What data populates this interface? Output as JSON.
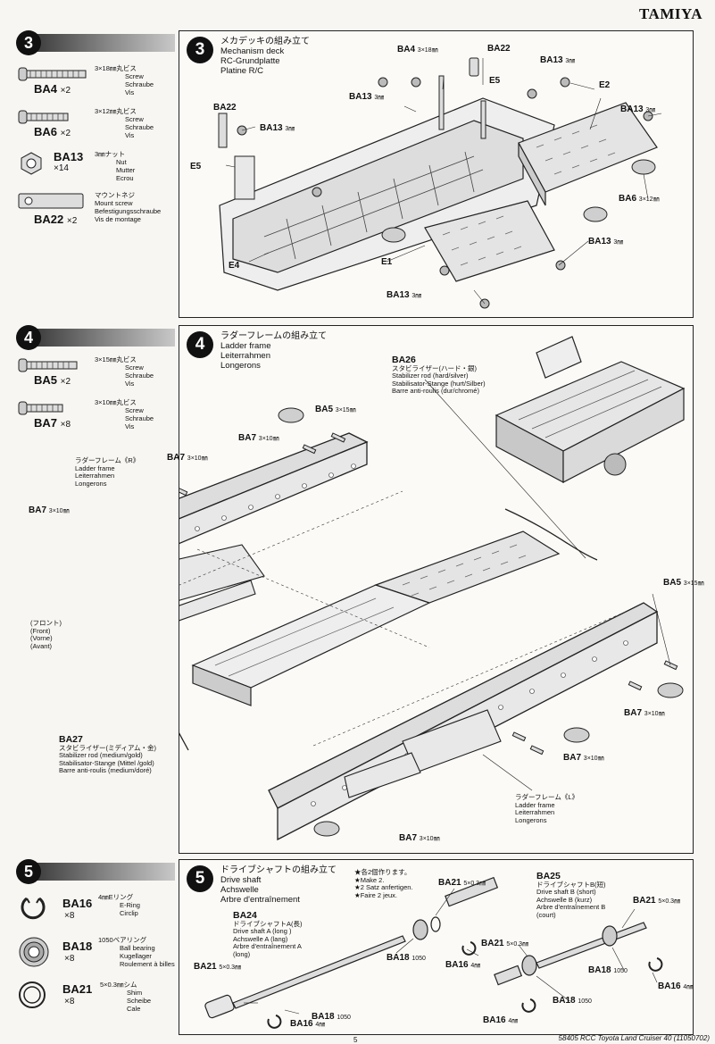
{
  "brand": "TAMIYA",
  "sidebar3": {
    "step": "3",
    "parts": [
      {
        "desc_jp": "3×18㎜丸ビス",
        "desc": [
          "Screw",
          "Schraube",
          "Vis"
        ],
        "code": "BA4",
        "qty": "×2"
      },
      {
        "desc_jp": "3×12㎜丸ビス",
        "desc": [
          "Screw",
          "Schraube",
          "Vis"
        ],
        "code": "BA6",
        "qty": "×2"
      },
      {
        "desc_jp": "3㎜ナット",
        "desc": [
          "Nut",
          "Mutter",
          "Ecrou"
        ],
        "code": "BA13",
        "qty": "×14"
      },
      {
        "desc_jp": "マウントネジ",
        "desc": [
          "Mount screw",
          "Befestigungsschraube",
          "Vis de montage"
        ],
        "code": "BA22",
        "qty": "×2"
      }
    ]
  },
  "sidebar4": {
    "step": "4",
    "parts": [
      {
        "desc_jp": "3×15㎜丸ビス",
        "desc": [
          "Screw",
          "Schraube",
          "Vis"
        ],
        "code": "BA5",
        "qty": "×2"
      },
      {
        "desc_jp": "3×10㎜丸ビス",
        "desc": [
          "Screw",
          "Schraube",
          "Vis"
        ],
        "code": "BA7",
        "qty": "×8"
      }
    ]
  },
  "sidebar5": {
    "step": "5",
    "parts": [
      {
        "desc_jp": "4㎜Eリング",
        "desc": [
          "E-Ring",
          "Circlip"
        ],
        "code": "BA16",
        "qty": "×8"
      },
      {
        "desc_jp": "1050ベアリング",
        "desc": [
          "Ball bearing",
          "Kugellager",
          "Roulement à billes"
        ],
        "code": "BA18",
        "qty": "×8"
      },
      {
        "desc_jp": "5×0.3㎜シム",
        "desc": [
          "Shim",
          "Scheibe",
          "Cale"
        ],
        "code": "BA21",
        "qty": "×8"
      }
    ]
  },
  "panel3": {
    "step": "3",
    "title_jp": "メカデッキの組み立て",
    "title": [
      "Mechanism deck",
      "RC-Grundplatte",
      "Platine R/C"
    ],
    "labels": {
      "ba4": "BA4",
      "ba4_size": "3×18㎜",
      "ba22a": "BA22",
      "ba22b": "BA22",
      "ba13": "BA13",
      "mm3": "3㎜",
      "e5": "E5",
      "e2": "E2",
      "e4": "E4",
      "e1": "E1",
      "ba6": "BA6",
      "ba6_size": "3×12㎜"
    }
  },
  "panel4": {
    "step": "4",
    "title_jp": "ラダーフレームの組み立て",
    "title": [
      "Ladder frame",
      "Leiterrahmen",
      "Longerons"
    ],
    "ba26": {
      "code": "BA26",
      "jp": "スタビライザー(ハード・銀)",
      "lines": [
        "Stabilizer rod (hard/silver)",
        "Stabilisator-Stange (hurt/Silber)",
        "Barre anti-roulis (dur/chromé)"
      ]
    },
    "ba27": {
      "code": "BA27",
      "jp": "スタビライザー(ミディアム・金)",
      "lines": [
        "Stabilizer rod (medium/gold)",
        "Stabilisator-Stange (Mittel /gold)",
        "Barre anti-roulis (medium/doré)"
      ]
    },
    "frame_r": {
      "jp": "ラダーフレーム《R》",
      "lines": [
        "Ladder frame",
        "Leiterrahmen",
        "Longerons"
      ]
    },
    "frame_l": {
      "jp": "ラダーフレーム《L》",
      "lines": [
        "Ladder frame",
        "Leiterrahmen",
        "Longerons"
      ]
    },
    "front": {
      "jp": "(フロント)",
      "lines": [
        "(Front)",
        "(Vorne)",
        "(Avant)"
      ]
    },
    "ba5": "BA5",
    "ba5_size": "3×15㎜",
    "ba7": "BA7",
    "ba7_size": "3×10㎜"
  },
  "panel5": {
    "step": "5",
    "title_jp": "ドライブシャフトの組み立て",
    "title": [
      "Drive shaft",
      "Achswelle",
      "Arbre d'entraînement"
    ],
    "make2": [
      "★各2個作ります。",
      "★Make 2.",
      "★2 Satz anfertigen.",
      "★Faire 2 jeux."
    ],
    "ba24": {
      "code": "BA24",
      "jp": "ドライブシャフトA(長)",
      "lines": [
        "Drive shaft A (long )",
        "Achswelle A (lang)",
        "Arbre d'entraînement A",
        "(long)"
      ]
    },
    "ba25": {
      "code": "BA25",
      "jp": "ドライブシャフトB(短)",
      "lines": [
        "Drive shaft B (short)",
        "Achswelle B (kurz)",
        "Arbre d'entraînement B",
        "(court)"
      ]
    },
    "ba21": "BA21",
    "ba21_size": "5×0.3㎜",
    "ba18": "BA18",
    "ba18_size": "1050",
    "ba16": "BA16",
    "ba16_size": "4㎜"
  },
  "footer": "58405 RCC Toyota Land Cruiser 40 (11050702)",
  "page": "5"
}
